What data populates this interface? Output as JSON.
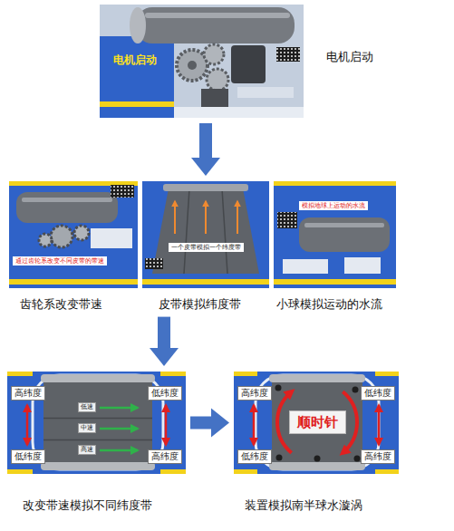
{
  "diagram": {
    "nodes": [
      {
        "text": [
          "电机启动",
          "电机启动"
        ]
      },
      {
        "text": [
          "通过齿轮系改变不同皮带的带速",
          "齿轮系改变带速"
        ]
      },
      {
        "text": [
          "一个皮带模拟一个纬度带",
          "皮带模拟纬度带"
        ]
      },
      {
        "text": [
          "模拟地球上运动的水流",
          "小球模拟运动的水流"
        ]
      },
      {
        "text": [
          "改变带速模拟不同纬度带"
        ]
      },
      {
        "text": [
          "高纬度"
        ],
        "in": 4
      },
      {
        "text": [
          "低纬度"
        ],
        "in": 4
      },
      {
        "text": [
          "低纬度"
        ],
        "in": 4
      },
      {
        "text": [
          "高纬度"
        ],
        "in": 4
      },
      {
        "text": [
          "低速"
        ],
        "in": 4
      },
      {
        "text": [
          "中速"
        ],
        "in": 4
      },
      {
        "text": [
          "高速"
        ],
        "in": 4
      },
      {
        "text": [
          "装置模拟南半球水漩涡"
        ]
      },
      {
        "text": [
          "高纬度"
        ],
        "in": 12
      },
      {
        "text": [
          "低纬度"
        ],
        "in": 12
      },
      {
        "text": [
          "低纬度"
        ],
        "in": 12
      },
      {
        "text": [
          "高纬度"
        ],
        "in": 12
      },
      {
        "text": [
          "顺时针"
        ],
        "in": 12
      }
    ],
    "edges": [
      {
        "from": 0,
        "to": 2,
        "arrow": "to"
      },
      {
        "from": 2,
        "to": 4,
        "arrow": "to"
      },
      {
        "from": 4,
        "to": 12,
        "arrow": "to"
      }
    ]
  }
}
